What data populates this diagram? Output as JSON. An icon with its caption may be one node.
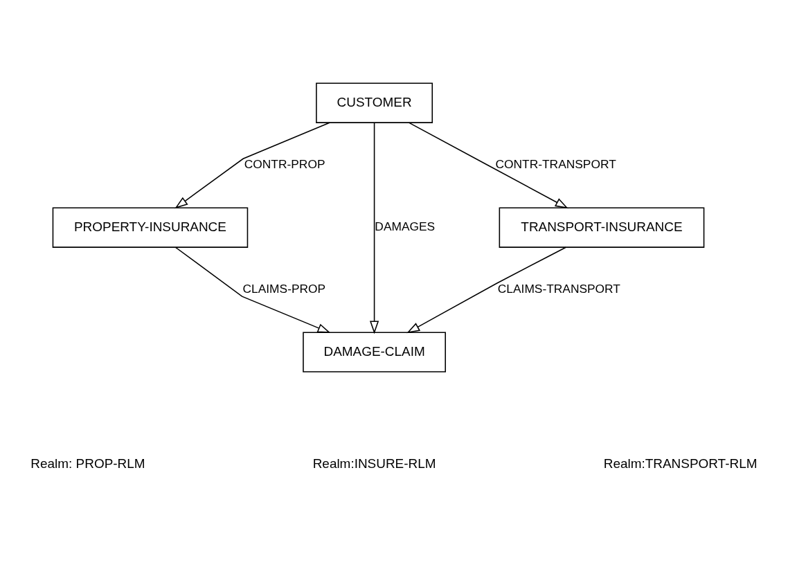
{
  "diagram": {
    "nodes": [
      {
        "text": [
          "CUSTOMER"
        ]
      },
      {
        "text": [
          "PROPERTY-INSURANCE"
        ]
      },
      {
        "text": [
          "TRANSPORT-INSURANCE"
        ]
      },
      {
        "text": [
          "DAMAGE-CLAIM"
        ]
      }
    ],
    "edges": [
      {
        "from": 0,
        "to": 1,
        "arrow": "to",
        "label": "CONTR-PROP"
      },
      {
        "from": 0,
        "to": 3,
        "arrow": "to",
        "label": "DAMAGES"
      },
      {
        "from": 0,
        "to": 2,
        "arrow": "to",
        "label": "CONTR-TRANSPORT"
      },
      {
        "from": 1,
        "to": 3,
        "arrow": "to",
        "label": "CLAIMS-PROP"
      },
      {
        "from": 2,
        "to": 3,
        "arrow": "to",
        "label": "CLAIMS-TRANSPORT"
      }
    ],
    "labels": [
      "Realm: PROP-RLM",
      "Realm:INSURE-RLM",
      "Realm:TRANSPORT-RLM"
    ]
  }
}
